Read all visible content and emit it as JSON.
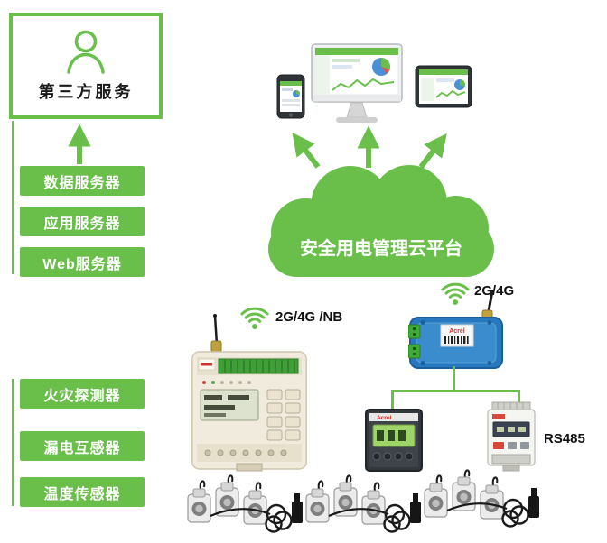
{
  "third_party": {
    "label": "第三方服务"
  },
  "servers": {
    "items": [
      {
        "label": "数据服务器"
      },
      {
        "label": "应用服务器"
      },
      {
        "label": "Web服务器"
      }
    ]
  },
  "cloud": {
    "label": "安全用电管理云平台"
  },
  "sensors": {
    "items": [
      {
        "label": "火灾探测器"
      },
      {
        "label": "漏电互感器"
      },
      {
        "label": "温度传感器"
      }
    ]
  },
  "connections": {
    "meter_uplink": "2G/4G /NB",
    "gateway_uplink": "2G/4G",
    "field_bus": "RS485"
  },
  "devices": {
    "brand": "Acrel",
    "cloud_clients": [
      "smartphone",
      "desktop-monitor",
      "tablet"
    ],
    "field_devices": [
      "smart-electricity-meter",
      "wireless-gateway",
      "power-meter",
      "din-rail-meter",
      "current-transformers"
    ]
  },
  "icons": [
    {
      "name": "user-icon",
      "shape": "person-outline"
    },
    {
      "name": "wifi-icon",
      "shape": "dot-with-three-arcs"
    },
    {
      "name": "arrow-up-icon",
      "shape": "green-arrow"
    },
    {
      "name": "cloud-shape",
      "shape": "green-cloud"
    }
  ],
  "colors": {
    "accent_green": "#6abf4b",
    "gateway_blue": "#2878bf",
    "meter_beige": "#f0ebdd",
    "lcd_green": "#9fd468",
    "text_dark": "#1a1a1a",
    "white": "#ffffff"
  }
}
